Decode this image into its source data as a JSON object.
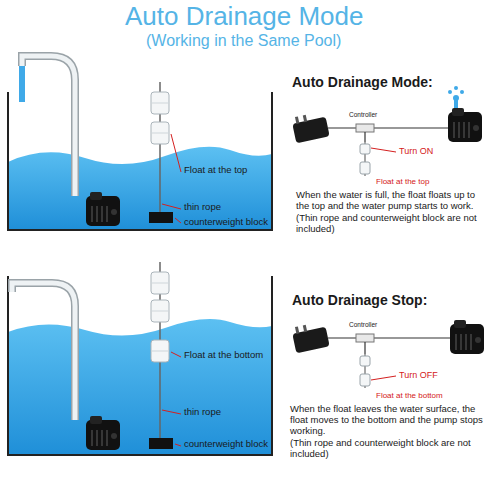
{
  "diagram": {
    "title": "Auto Drainage Mode",
    "labels": [
      "(Working in the Same Pool)",
      "Float at the top",
      "thin rope",
      "counterweight block",
      "Auto Drainage Mode:",
      "Controller",
      "Turn ON",
      "Float at the top",
      "When the water is full, the float floats up to the top and the water pump starts to work.",
      "(Thin rope and counterweight block are not included)",
      "Float at the bottom",
      "thin rope",
      "counterweight block",
      "Auto Drainage Stop:",
      "Controller",
      "Turn OFF",
      "Float at the bottom",
      "When the float leaves the water surface, the float moves to the bottom and the pump stops working.",
      "(Thin rope and counterweight block are not included)"
    ]
  }
}
